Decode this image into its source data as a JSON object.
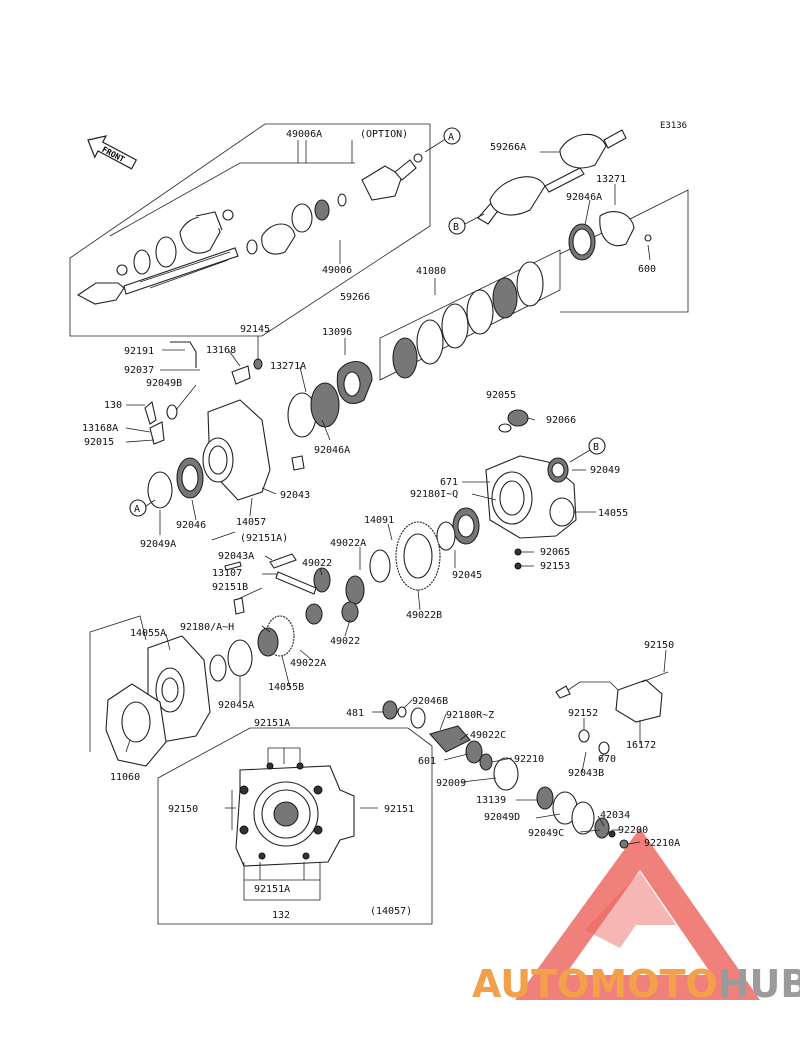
{
  "diagram_code": "E3136",
  "front_label": "FRONT",
  "option_label": "(OPTION)",
  "callouts": {
    "A": "A",
    "B": "B"
  },
  "part_labels": [
    "49006A",
    "59266A",
    "13271",
    "92046A",
    "600",
    "49006",
    "59266",
    "41080",
    "92145",
    "13096",
    "92191",
    "13168",
    "92037",
    "13271A",
    "92049B",
    "130",
    "13168A",
    "92015",
    "92046A",
    "92055",
    "92066",
    "92049",
    "671",
    "92180I~Q",
    "14055",
    "92043",
    "14057",
    "92046",
    "92049A",
    "(92151A)",
    "14091",
    "49022A",
    "92043A",
    "49022",
    "13107",
    "92151B",
    "92045",
    "92065",
    "92153",
    "49022B",
    "92180/A~H",
    "49022",
    "14055A",
    "49022A",
    "14055B",
    "92045A",
    "92150",
    "481",
    "92046B",
    "92180R~Z",
    "49022C",
    "92152",
    "16172",
    "601",
    "92210",
    "670",
    "92009",
    "92043B",
    "13139",
    "42034",
    "92049D",
    "92200",
    "92049C",
    "92210A",
    "11060",
    "92151A",
    "92150",
    "92151",
    "92151A",
    "132",
    "(14057)"
  ],
  "watermark": {
    "brand_part1": "AUTOMOTO",
    "brand_part2": "HUB",
    "color_primary": "#e8453c",
    "color_secondary": "#f2a04a",
    "color_gray": "#9b9b9b"
  }
}
